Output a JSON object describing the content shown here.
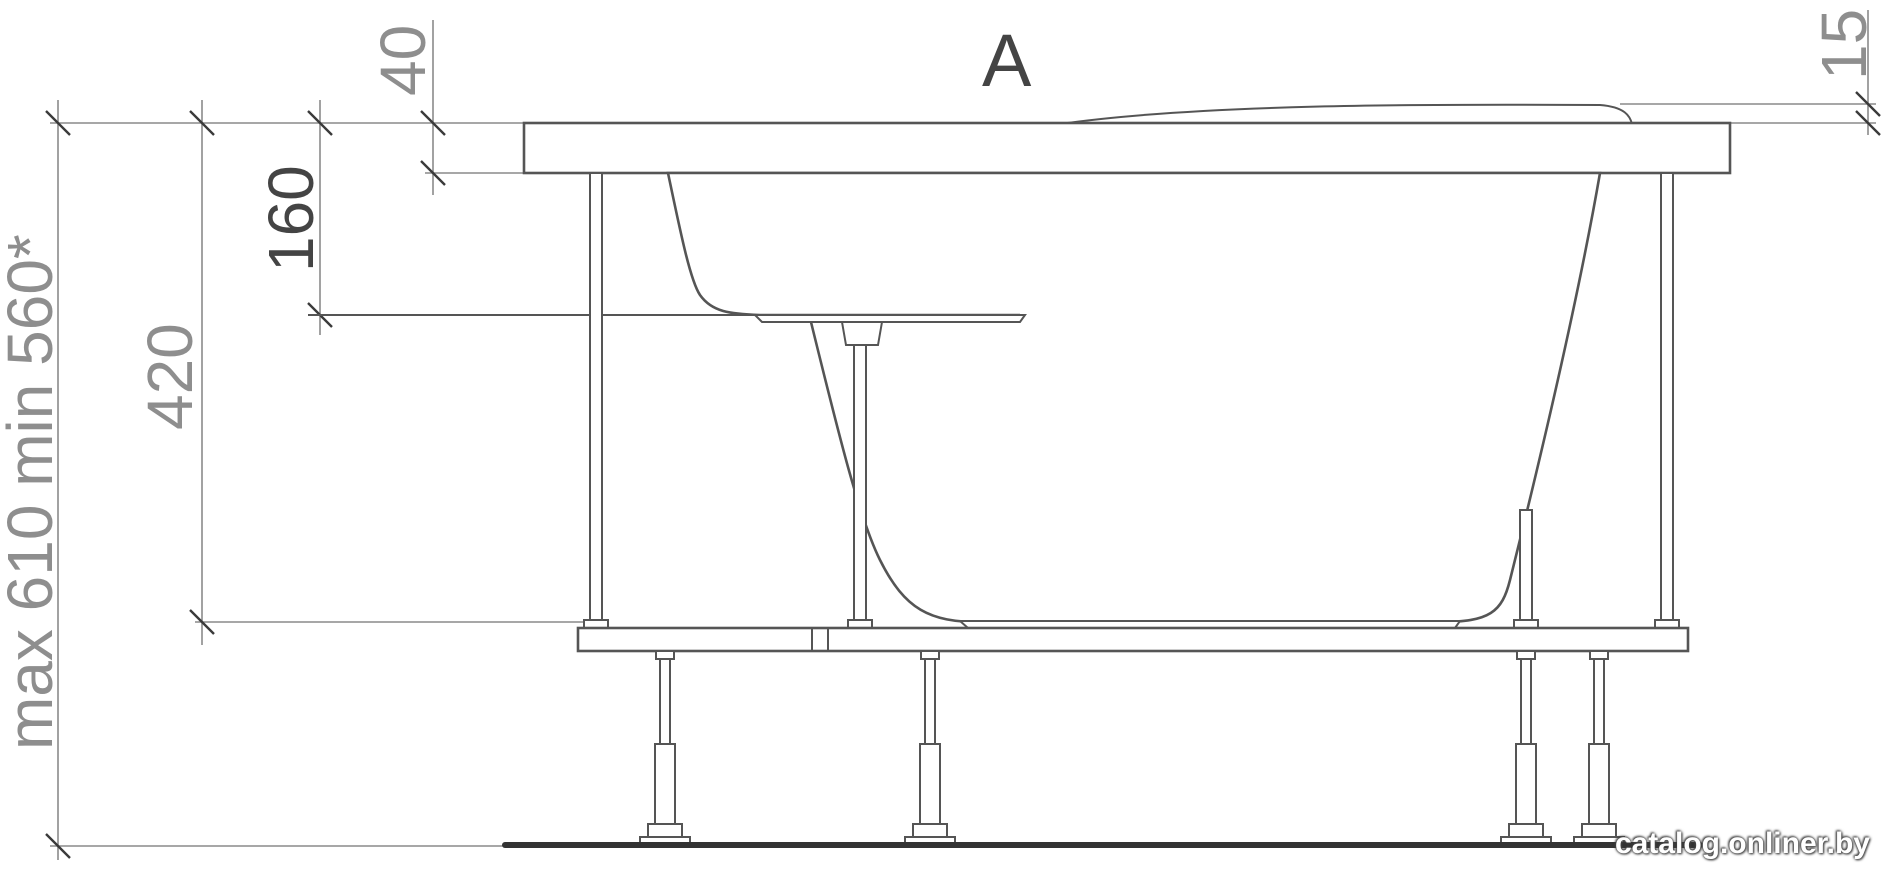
{
  "diagram": {
    "view_label": "A",
    "dimensions": {
      "total_height": "max 610 min 560*",
      "depth_420": "420",
      "seat_160": "160",
      "rim_40": "40",
      "headrest_15": "15"
    },
    "colors": {
      "outline": "#555555",
      "dimension": "#8a8a8a",
      "background": "#ffffff"
    }
  },
  "watermark": "catalog.onliner.by"
}
